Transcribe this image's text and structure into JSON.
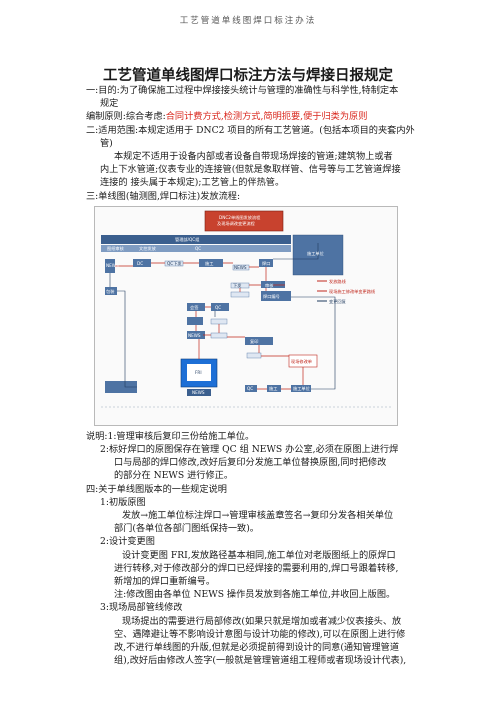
{
  "running_head": "工艺管道单线图焊口标注办法",
  "title": "工艺管道单线图焊口标注方法与焊接日报规定",
  "purpose": {
    "label": "一:目的:",
    "text1": "为了确保施工过程中焊接接头统计与管理的准确性与科学性,特制定本",
    "text2": "规定"
  },
  "principle": {
    "label": "编制原则:综合考虑:",
    "highlight": "合同计费方式,检测方式,简明扼要,便于归类为原则"
  },
  "scope": {
    "line1": "二:适用范围:本规定适用于 DNC2 项目的所有工艺管道。(包括本项目的夹套内外",
    "line2": "管)",
    "line3": "本规定不适用于设备内部或者设备自带现场焊接的管道;建筑物上或者",
    "line4": "内上下水管道;仪表专业的连接管(但就是象取样管、信号等与工艺管道焊接",
    "line5": "连接的  接头属于本规定);工艺管上的伴热管。"
  },
  "section3": "三:单线图(轴测图,焊口标注)发放流程:",
  "flowchart": {
    "title_line1": "DNC2单线图发放流程",
    "title_line2": "及现场调改变更流程",
    "lane_top": "管理部/QC组",
    "sub_a": "图纸审核",
    "sub_b": "文控发放",
    "sub_c": "QC",
    "lane_right": "施工单位",
    "node_news": "NEWS",
    "node_doc": "DC",
    "node_pkg": "包装",
    "node_lead": "QC下发",
    "node_cons": "施工",
    "node_b1": "焊口",
    "node_b2": "NEWS",
    "node_b3": "审核",
    "node_b4": "焊口编号",
    "node_b5": "下发",
    "node_mid1": "会签",
    "node_mid2": "QC",
    "node_mid3": "NEWS",
    "node_final": "现场修改单",
    "node_dup": "复印",
    "legend": [
      "发放路线",
      "现场施工修改单变更路线",
      "变更回复"
    ],
    "bottom": [
      "QC",
      "施工",
      "施工单位"
    ],
    "card": "FRI",
    "card_tag": "NEWS"
  },
  "notes": {
    "label": "说明:",
    "n1": "1:管理审核后复印三份给施工单位。",
    "n2a": "2:标好焊口的原图保存在管理 QC 组 NEWS 办公室,必须在原图上进行焊",
    "n2b": "口与局部的焊口修改,改好后复印分发施工单位替换原图,同时把修改",
    "n2c": "的部分在 NEWS 进行修正。"
  },
  "section4": "四:关于单线图版本的一些规定说明",
  "s4_1": {
    "heading": "1:初版原图",
    "l1": "发放→施工单位标注焊口→管理审核盖章签名→复印分发各相关单位",
    "l2": "部门(各单位各部门图纸保持一致)。"
  },
  "s4_2": {
    "heading": "2:设计变更图",
    "l1": "设计变更图  FRI,发放路径基本相同,施工单位对老版图纸上的原焊口",
    "l2": "进行转移,对于修改部分的焊口已经焊接的需要利用的,焊口号跟着转移,",
    "l3": "新增加的焊口重新编号。",
    "l4": "注:修改图由各单位 NEWS 操作员发放到各施工单位,并收回上版图。"
  },
  "s4_3": {
    "heading": "3:现场局部管线修改",
    "l1": "现场提出的需要进行局部修改(如果只就是增加或者减少仪表接头、放",
    "l2": "空、遇障避让等不影响设计意图与设计功能的修改),可以在原图上进行修",
    "l3": "改,不进行单线图的升版,但就是必须提前得到设计的同意(通知管理管道",
    "l4": "组),改好后由修改人签字(一般就是管理管道组工程师或者现场设计代表),"
  }
}
